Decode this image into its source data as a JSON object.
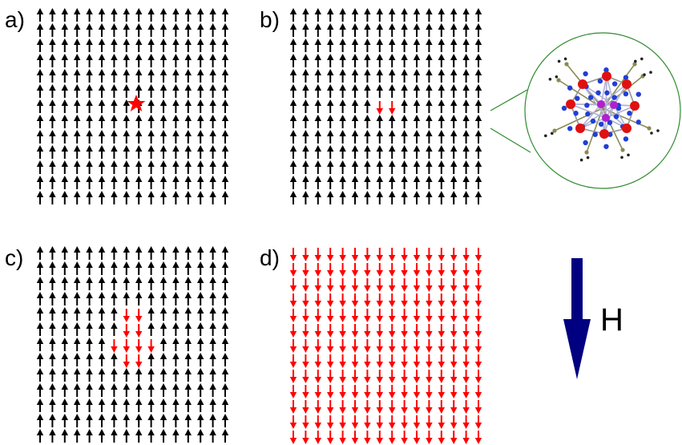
{
  "panels": [
    {
      "label": "a)",
      "state": "all-up",
      "defect": "star-nucleation-site"
    },
    {
      "label": "b)",
      "state": "two-spins-flipped",
      "inset": "molecular-magnet-structure"
    },
    {
      "label": "c)",
      "state": "domain-growing"
    },
    {
      "label": "d)",
      "state": "all-down"
    }
  ],
  "field": {
    "label": "H",
    "direction": "down"
  },
  "colors": {
    "spin_up": "#000000",
    "spin_down": "#ff0000",
    "field_arrow": "#000080",
    "inset_circle": "#2e8b2e"
  }
}
